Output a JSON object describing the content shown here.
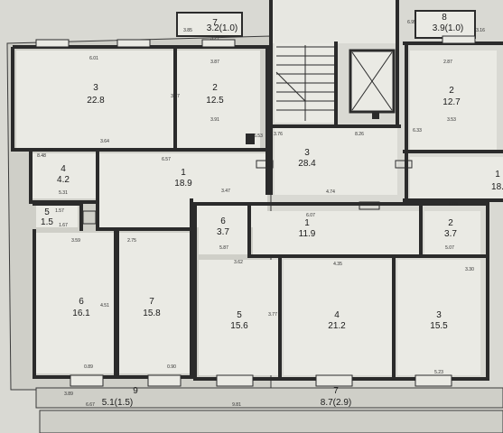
{
  "rooms": [
    {
      "number": "3",
      "area": "22.8"
    },
    {
      "number": "2",
      "area": "12.5"
    },
    {
      "number": "4",
      "area": "4.2"
    },
    {
      "number": "1",
      "area": "18.9"
    },
    {
      "number": "5",
      "area": "1.5"
    },
    {
      "number": "6",
      "area": "16.1"
    },
    {
      "number": "7",
      "area": "15.8"
    },
    {
      "number": "9",
      "area": "5.1(1.5)"
    },
    {
      "number": "3",
      "area": "28.4"
    },
    {
      "number": "6",
      "area": "3.7"
    },
    {
      "number": "1",
      "area": "11.9"
    },
    {
      "number": "2",
      "area": "3.7"
    },
    {
      "number": "5",
      "area": "15.6"
    },
    {
      "number": "4",
      "area": "21.2"
    },
    {
      "number": "3",
      "area": "15.5"
    },
    {
      "number": "7",
      "area": "8.7(2.9)"
    },
    {
      "number": "2",
      "area": "12.7"
    },
    {
      "number": "1",
      "area": "18."
    },
    {
      "number": "7",
      "area": "3.2(1.0)"
    },
    {
      "number": "8",
      "area": "3.9(1.0)"
    }
  ],
  "dimensions": [
    "6.01",
    "3.87",
    "3.64",
    "3.91",
    "8.48",
    "6.57",
    "5.31",
    "3.47",
    "1.57",
    "1.67",
    "3.59",
    "2.75",
    "3.17",
    "8.26",
    "4.74",
    "5.87",
    "6.07",
    "3.62",
    "4.35",
    "5.07",
    "5.23",
    "0.89",
    "9.81",
    "2.87",
    "3.53",
    "3.27",
    "3.16",
    "6.95",
    "3.85",
    "3.89",
    "6.67",
    "6.53",
    "6.33",
    "3.76",
    "6.09",
    "3.64",
    "0.90",
    "4.51",
    "3.77",
    "3.30"
  ]
}
